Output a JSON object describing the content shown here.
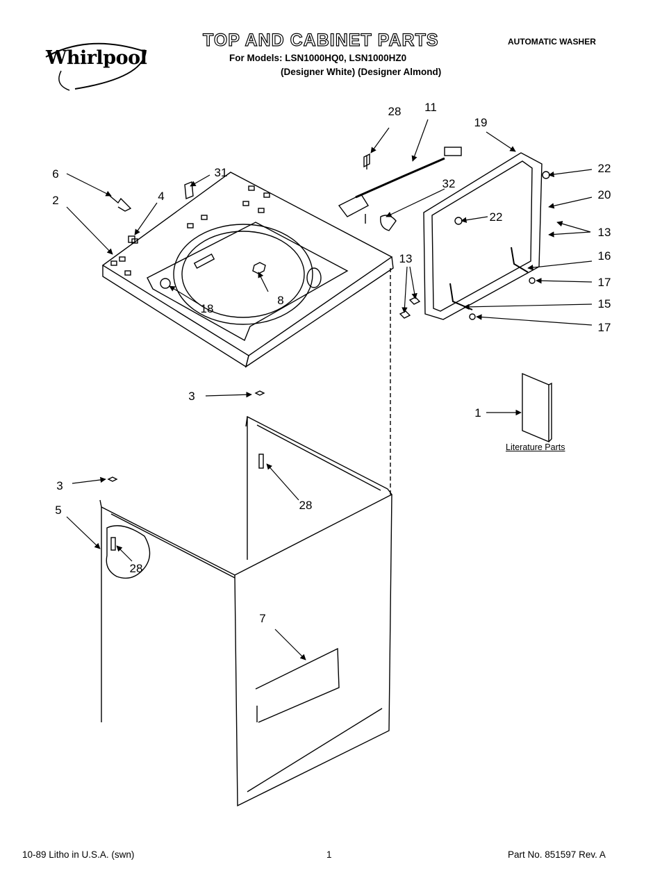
{
  "header": {
    "brand": "Whirlpool",
    "title": "TOP AND CABINET PARTS",
    "models_line": "For Models: LSN1000HQ0, LSN1000HZ0",
    "variants_line": "(Designer White) (Designer Almond)",
    "product_type": "AUTOMATIC WASHER"
  },
  "literature_label": "Literature Parts",
  "callouts": {
    "c1": "1",
    "c2": "2",
    "c3a": "3",
    "c3b": "3",
    "c4": "4",
    "c5": "5",
    "c6": "6",
    "c7": "7",
    "c8": "8",
    "c11": "11",
    "c13a": "13",
    "c13b": "13",
    "c15": "15",
    "c16": "16",
    "c17a": "17",
    "c17b": "17",
    "c18": "18",
    "c19": "19",
    "c20": "20",
    "c22a": "22",
    "c22b": "22",
    "c28a": "28",
    "c28b": "28",
    "c28c": "28",
    "c31": "31",
    "c32": "32"
  },
  "footer": {
    "left": "10-89 Litho in U.S.A. (swn)",
    "center": "1",
    "right": "Part No. 851597 Rev. A"
  }
}
